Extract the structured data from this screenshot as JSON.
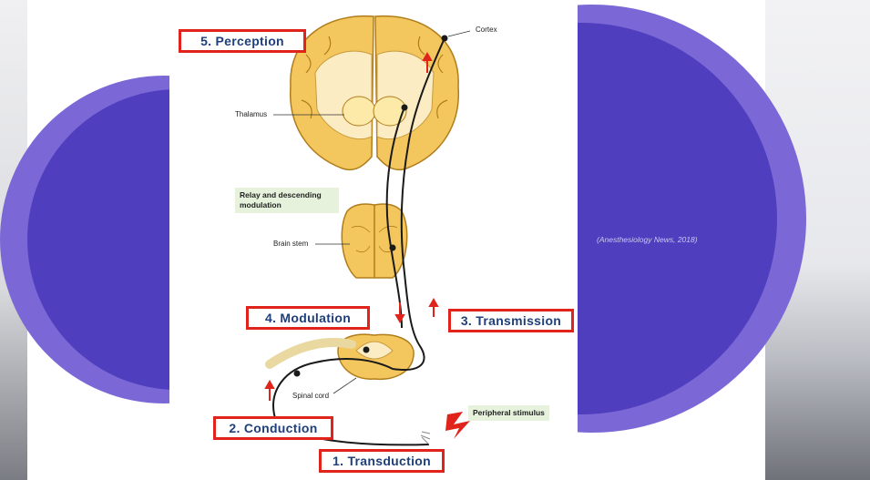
{
  "slide": {
    "citation": "(Anesthesiology News, 2018)",
    "accent_color": "#4f3fbf",
    "ring_color": "#7b68d6",
    "box_border_color": "#e0241b",
    "box_text_color": "#1f3f7a"
  },
  "diagram": {
    "stages": {
      "perception": "5. Perception",
      "modulation": "4. Modulation",
      "transmission": "3. Transmission",
      "conduction": "2. Conduction",
      "transduction": "1. Transduction"
    },
    "labels": {
      "cortex": "Cortex",
      "thalamus": "Thalamus",
      "relay": "Relay and descending modulation",
      "brain_stem": "Brain stem",
      "spinal_cord": "Spinal cord",
      "peripheral_stimulus": "Peripheral stimulus"
    }
  }
}
